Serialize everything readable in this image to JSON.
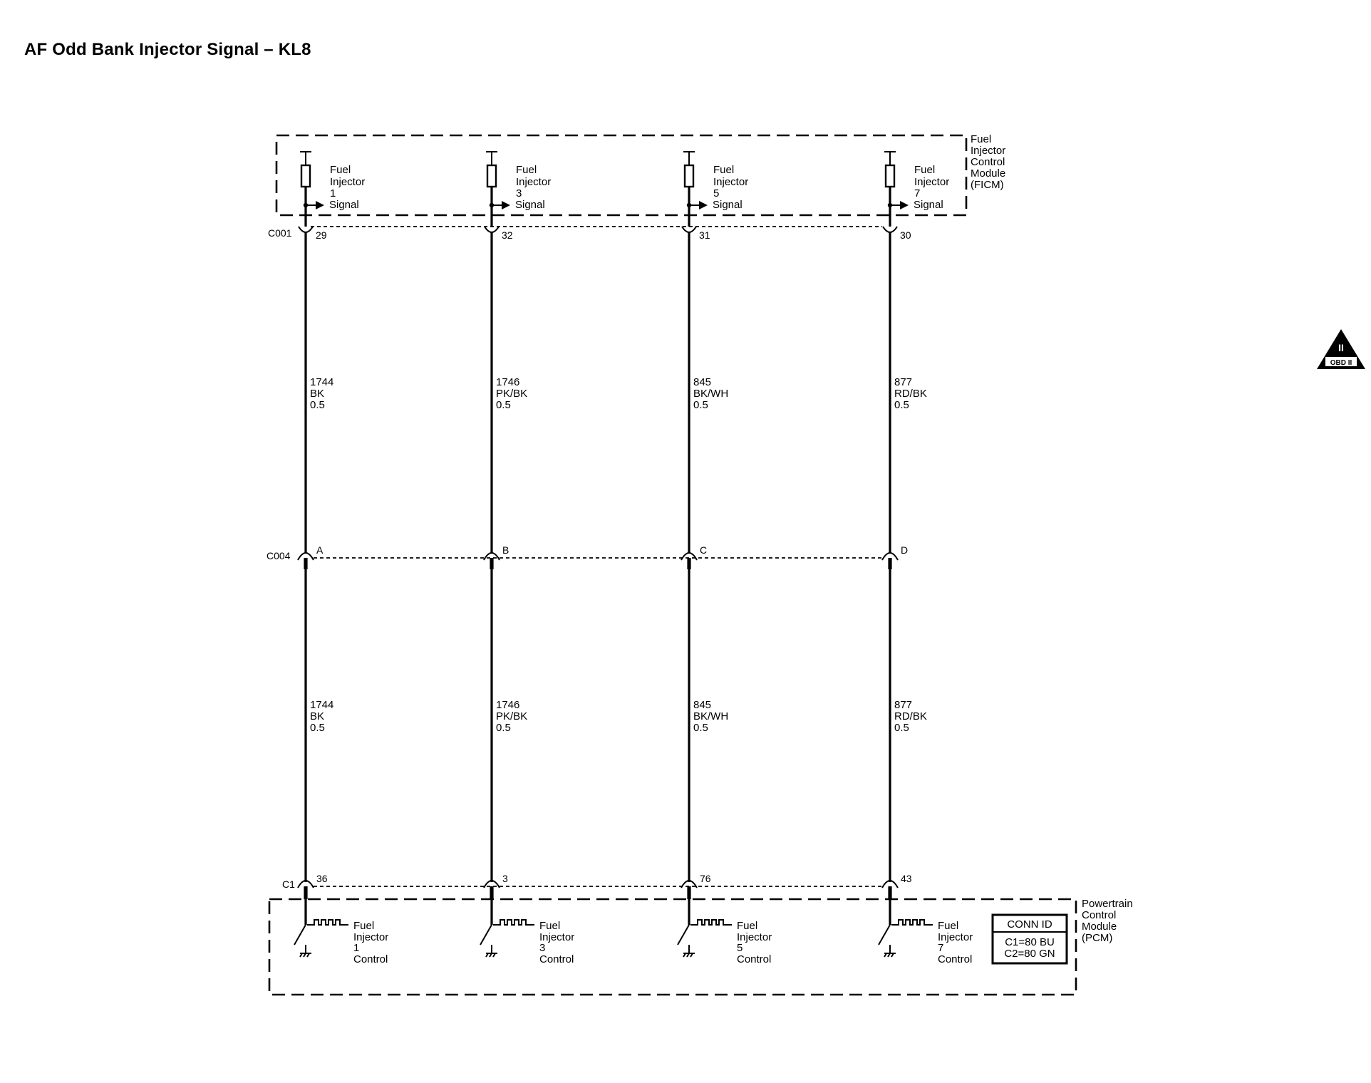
{
  "title": "AF Odd Bank Injector Signal – KL8",
  "ficm": {
    "label": [
      "Fuel",
      "Injector",
      "Control",
      "Module",
      "(FICM)"
    ],
    "connector": "C001"
  },
  "splice_connector": "C004",
  "pcm": {
    "label": [
      "Powertrain",
      "Control",
      "Module",
      "(PCM)"
    ],
    "connector": "C1",
    "conn_id": {
      "header": "CONN ID",
      "rows": [
        "C1=80 BU",
        "C2=80 GN"
      ]
    }
  },
  "circuits": [
    {
      "ficm_label": [
        "Fuel",
        "Injector",
        "1",
        "Signal"
      ],
      "ficm_pin": "29",
      "wire_upper": [
        "1744",
        "BK",
        "0.5"
      ],
      "c004_pin": "A",
      "wire_lower": [
        "1744",
        "BK",
        "0.5"
      ],
      "pcm_pin": "36",
      "pcm_label": [
        "Fuel",
        "Injector",
        "1",
        "Control"
      ]
    },
    {
      "ficm_label": [
        "Fuel",
        "Injector",
        "3",
        "Signal"
      ],
      "ficm_pin": "32",
      "wire_upper": [
        "1746",
        "PK/BK",
        "0.5"
      ],
      "c004_pin": "B",
      "wire_lower": [
        "1746",
        "PK/BK",
        "0.5"
      ],
      "pcm_pin": "3",
      "pcm_label": [
        "Fuel",
        "Injector",
        "3",
        "Control"
      ]
    },
    {
      "ficm_label": [
        "Fuel",
        "Injector",
        "5",
        "Signal"
      ],
      "ficm_pin": "31",
      "wire_upper": [
        "845",
        "BK/WH",
        "0.5"
      ],
      "c004_pin": "C",
      "wire_lower": [
        "845",
        "BK/WH",
        "0.5"
      ],
      "pcm_pin": "76",
      "pcm_label": [
        "Fuel",
        "Injector",
        "5",
        "Control"
      ]
    },
    {
      "ficm_label": [
        "Fuel",
        "Injector",
        "7",
        "Signal"
      ],
      "ficm_pin": "30",
      "wire_upper": [
        "877",
        "RD/BK",
        "0.5"
      ],
      "c004_pin": "D",
      "wire_lower": [
        "877",
        "RD/BK",
        "0.5"
      ],
      "pcm_pin": "43",
      "pcm_label": [
        "Fuel",
        "Injector",
        "7",
        "Control"
      ]
    }
  ],
  "badge": {
    "icon": "obd-ii-warning-icon",
    "text": "OBD II"
  }
}
